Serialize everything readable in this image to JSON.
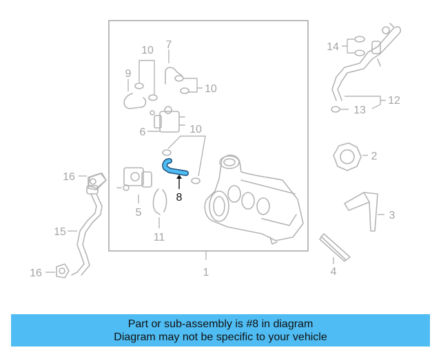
{
  "diagram": {
    "callouts": {
      "c1": "1",
      "c2": "2",
      "c3": "3",
      "c4": "4",
      "c5": "5",
      "c6": "6",
      "c7": "7",
      "c8": "8",
      "c9": "9",
      "c10a": "10",
      "c10b": "10",
      "c10c": "10",
      "c11": "11",
      "c12": "12",
      "c13": "13",
      "c14": "14",
      "c15": "15",
      "c16a": "16",
      "c16b": "16"
    },
    "highlight_part": "8",
    "colors": {
      "highlight": "#4fbdf4",
      "line": "#b4b4b4",
      "label": "#a4a4a4"
    }
  },
  "banner": {
    "line1": "Part or sub-assembly is #8 in diagram",
    "line2": "Diagram may not be specific to your vehicle"
  }
}
